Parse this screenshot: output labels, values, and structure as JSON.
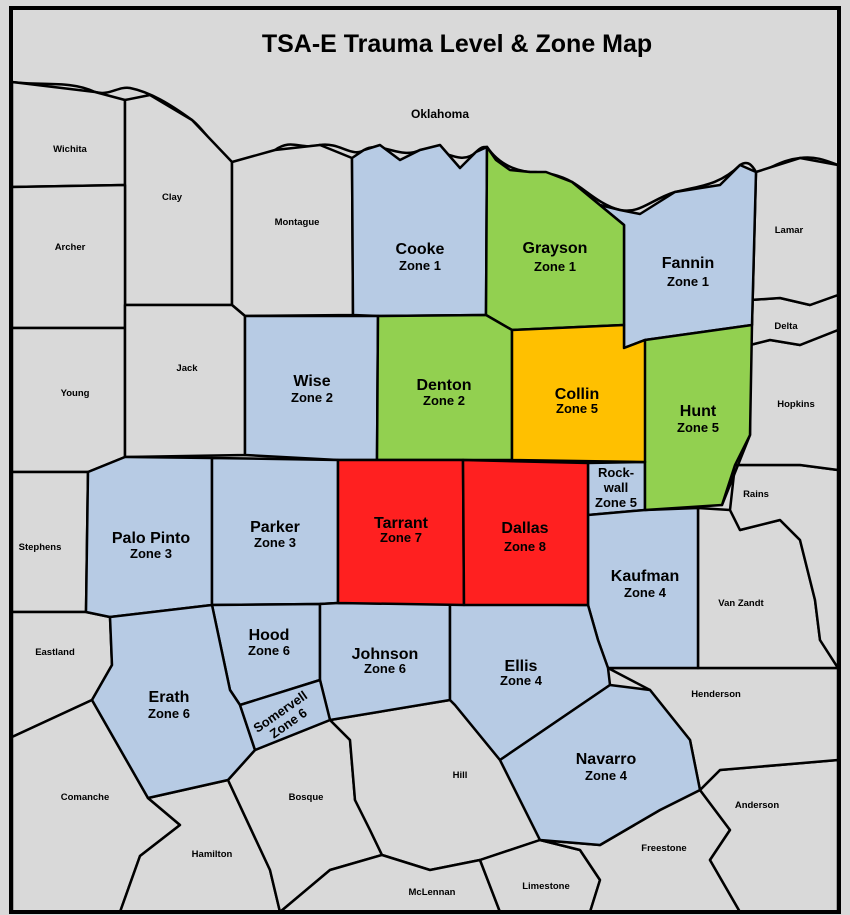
{
  "title": "TSA-E Trauma Level & Zone Map",
  "state_label": "Oklahoma",
  "colors": {
    "background": "#d9d9d9",
    "zone_county": "#b7cbe4",
    "trauma_green": "#92d050",
    "trauma_orange": "#ffc000",
    "trauma_red": "#ff2020",
    "border": "#000000"
  },
  "counties": {
    "wichita": "Wichita",
    "clay": "Clay",
    "archer": "Archer",
    "montague": "Montague",
    "young": "Young",
    "jack": "Jack",
    "stephens": "Stephens",
    "eastland": "Eastland",
    "comanche": "Comanche",
    "hamilton": "Hamilton",
    "bosque": "Bosque",
    "hill": "Hill",
    "mclennan": "McLennan",
    "limestone": "Limestone",
    "freestone": "Freestone",
    "anderson": "Anderson",
    "henderson": "Henderson",
    "van_zandt": "Van Zandt",
    "rains": "Rains",
    "hopkins": "Hopkins",
    "delta": "Delta",
    "lamar": "Lamar"
  },
  "zones": {
    "cooke": {
      "name": "Cooke",
      "zone": "Zone 1"
    },
    "grayson": {
      "name": "Grayson",
      "zone": "Zone 1"
    },
    "fannin": {
      "name": "Fannin",
      "zone": "Zone 1"
    },
    "wise": {
      "name": "Wise",
      "zone": "Zone 2"
    },
    "denton": {
      "name": "Denton",
      "zone": "Zone 2"
    },
    "collin": {
      "name": "Collin",
      "zone": "Zone 5"
    },
    "hunt": {
      "name": "Hunt",
      "zone": "Zone 5"
    },
    "rockwall": {
      "name_line1": "Rock-",
      "name_line2": "wall",
      "zone": "Zone 5"
    },
    "palo_pinto": {
      "name": "Palo Pinto",
      "zone": "Zone 3"
    },
    "parker": {
      "name": "Parker",
      "zone": "Zone 3"
    },
    "tarrant": {
      "name": "Tarrant",
      "zone": "Zone 7"
    },
    "dallas": {
      "name": "Dallas",
      "zone": "Zone 8"
    },
    "kaufman": {
      "name": "Kaufman",
      "zone": "Zone 4"
    },
    "hood": {
      "name": "Hood",
      "zone": "Zone 6"
    },
    "johnson": {
      "name": "Johnson",
      "zone": "Zone 6"
    },
    "ellis": {
      "name": "Ellis",
      "zone": "Zone 4"
    },
    "erath": {
      "name": "Erath",
      "zone": "Zone 6"
    },
    "somervell": {
      "name": "Somervell",
      "zone": "Zone 6"
    },
    "navarro": {
      "name": "Navarro",
      "zone": "Zone 4"
    }
  }
}
